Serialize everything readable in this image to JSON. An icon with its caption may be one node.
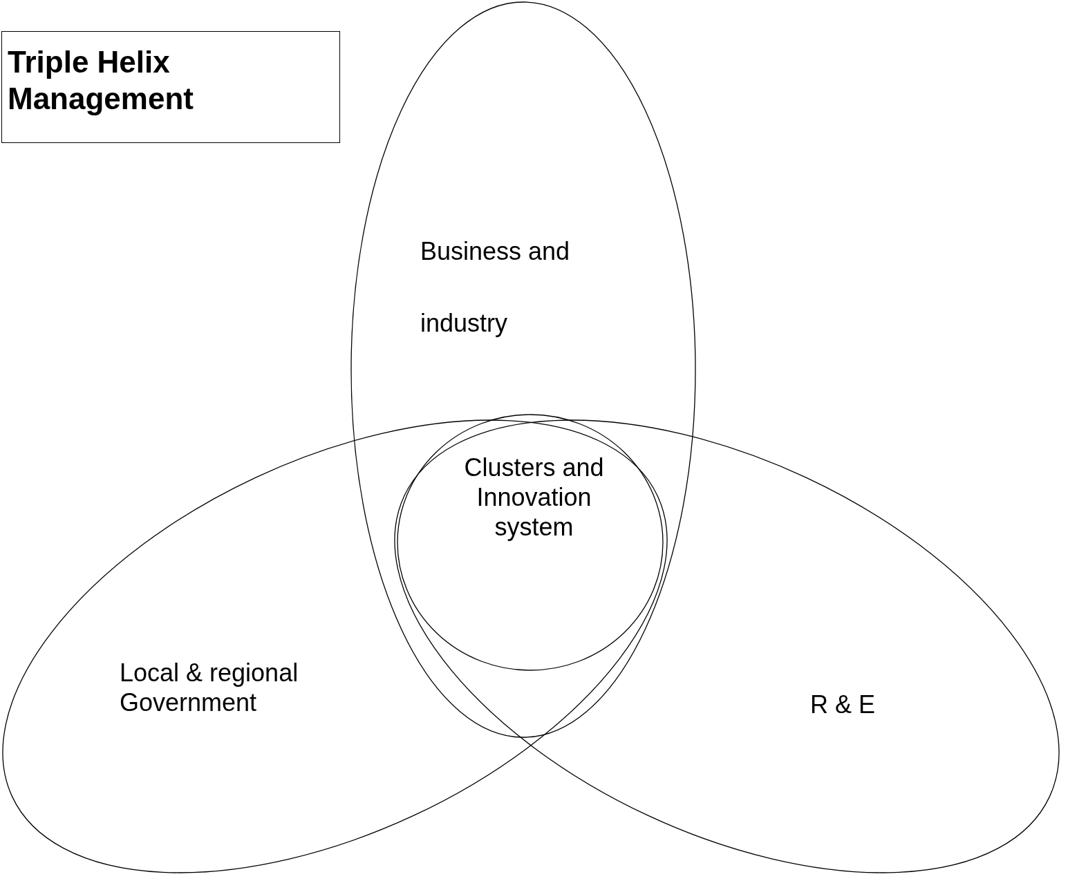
{
  "diagram": {
    "nodes": [
      {
        "text": [
          "Triple Helix Management"
        ]
      },
      {
        "text": [
          "Business and industry"
        ]
      },
      {
        "text": [
          "Local & regional Government"
        ]
      },
      {
        "text": [
          "R & E"
        ]
      },
      {
        "text": [
          "Clusters and Innovation system"
        ]
      }
    ]
  }
}
